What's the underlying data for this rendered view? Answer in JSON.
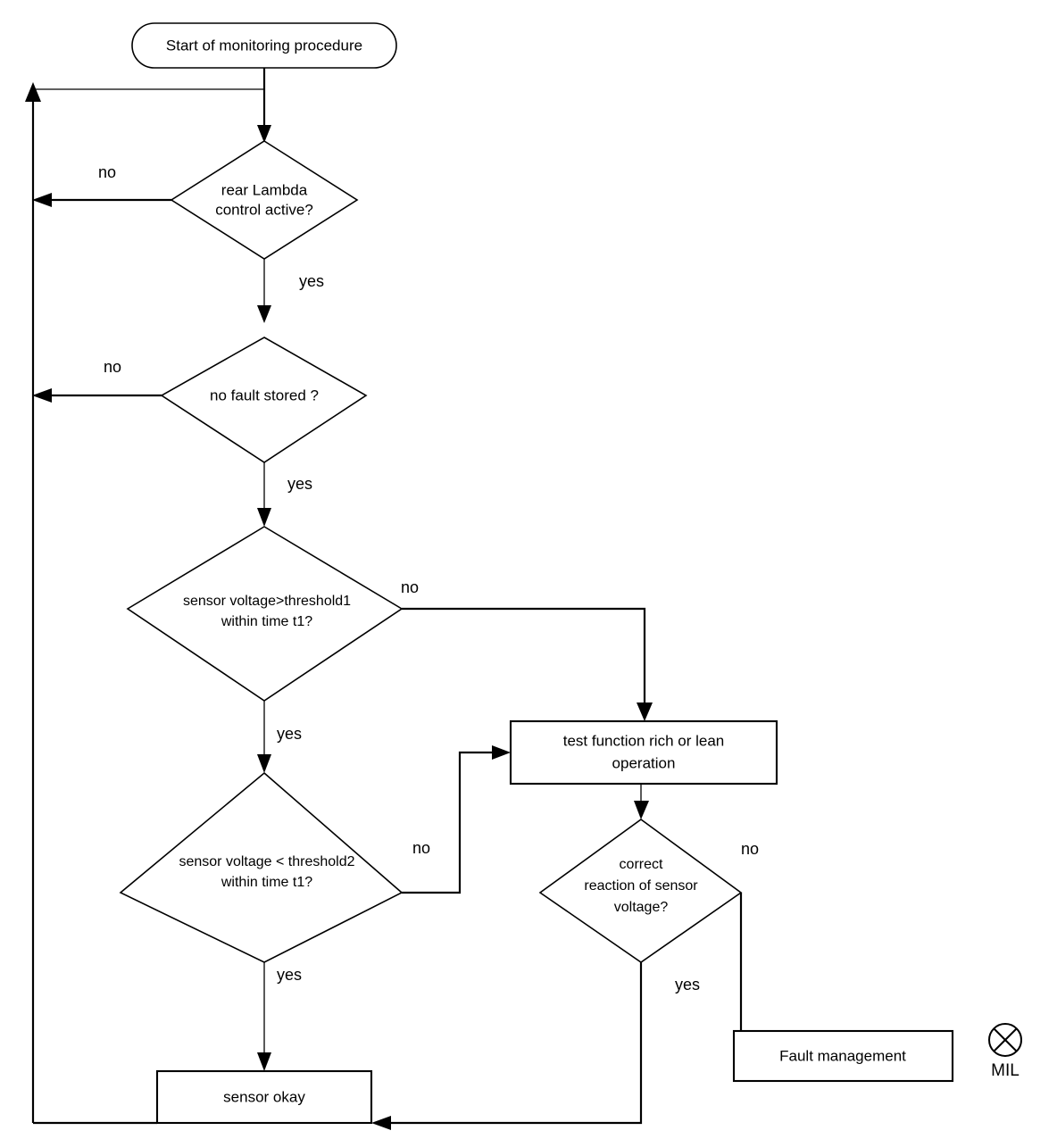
{
  "diagram": {
    "title": "Start of monitoring procedure",
    "nodes": {
      "start": {
        "label": "Start of monitoring procedure",
        "shape": "terminator"
      },
      "decision_rear_lambda": {
        "line1": "rear Lambda",
        "line2": "control active?",
        "shape": "decision"
      },
      "decision_no_fault": {
        "line1": "no fault stored ?",
        "shape": "decision"
      },
      "decision_threshold1": {
        "line1": "sensor voltage>threshold1",
        "line2": "within time t1?",
        "shape": "decision"
      },
      "decision_threshold2": {
        "line1": "sensor voltage < threshold2",
        "line2": "within time t1?",
        "shape": "decision"
      },
      "process_test_function": {
        "line1": "test function rich or lean",
        "line2": "operation",
        "shape": "process"
      },
      "decision_correct_reaction": {
        "line1": "correct",
        "line2": "reaction of sensor",
        "line3": "voltage?",
        "shape": "decision"
      },
      "process_fault_management": {
        "label": "Fault management",
        "shape": "process"
      },
      "process_sensor_okay": {
        "label": "sensor okay",
        "shape": "process"
      },
      "indicator_mil": {
        "label": "MIL",
        "shape": "lamp-symbol"
      }
    },
    "edge_labels": {
      "rear_lambda_no": "no",
      "rear_lambda_yes": "yes",
      "no_fault_no": "no",
      "no_fault_yes": "yes",
      "threshold1_no": "no",
      "threshold1_yes": "yes",
      "threshold2_no": "no",
      "threshold2_yes": "yes",
      "correct_reaction_no": "no",
      "correct_reaction_yes": "yes"
    },
    "colors": {
      "stroke": "#000000",
      "fill": "#ffffff",
      "text": "#000000"
    }
  }
}
